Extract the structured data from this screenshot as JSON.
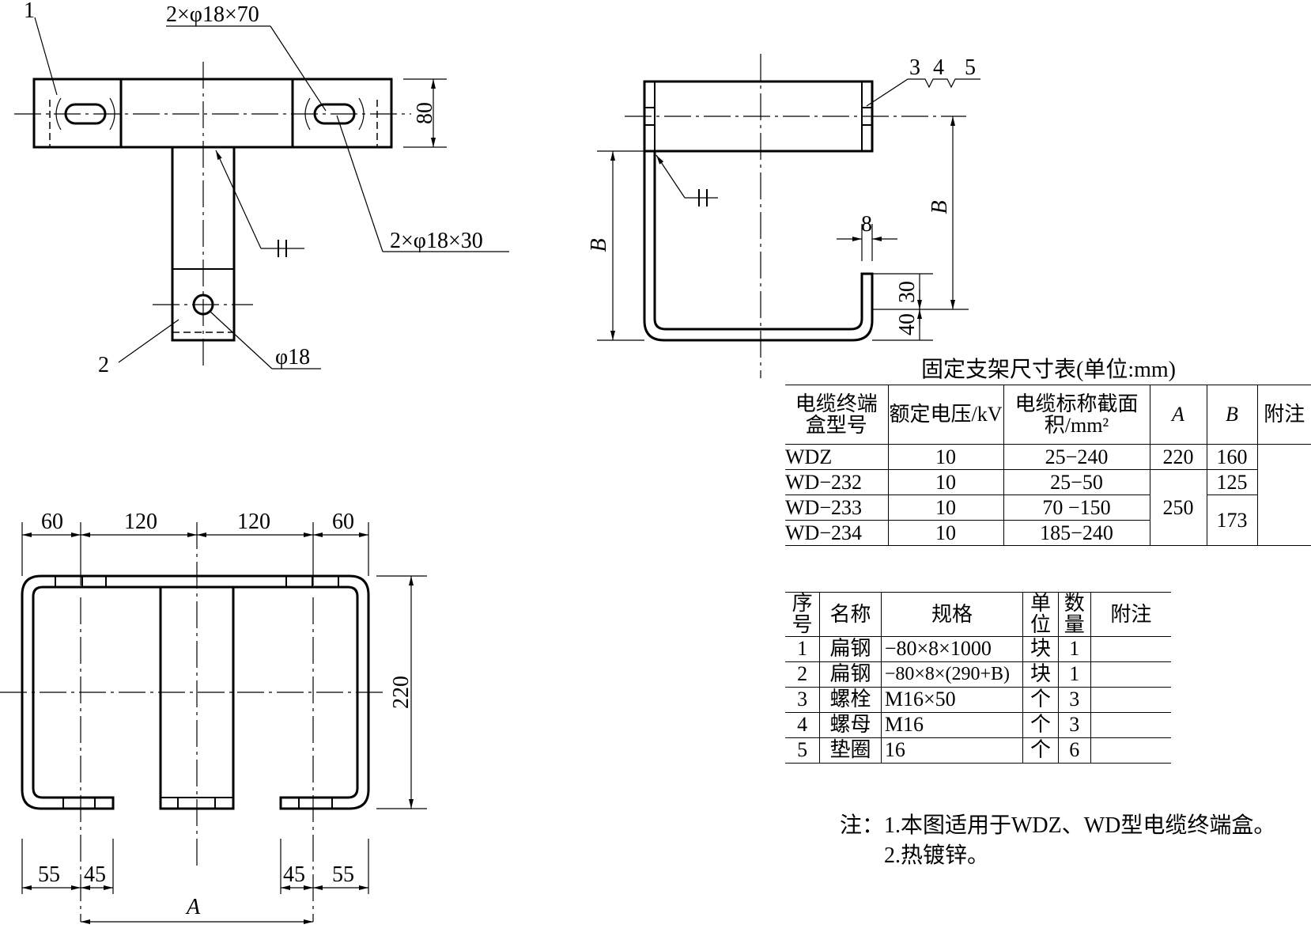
{
  "views": {
    "top": {
      "callout_1": "1",
      "callout_2": "2",
      "hole_slot_long": "2×φ18×70",
      "hole_slot_short": "2×φ18×30",
      "hole_round": "φ18",
      "dim_height": "80"
    },
    "side": {
      "callout_parts": [
        "3",
        "4",
        "5"
      ],
      "dim_B_left": "B",
      "dim_B_right": "B",
      "dim_gap": "8",
      "dim_30": "30",
      "dim_40": "40"
    },
    "plan": {
      "dims_top": [
        "60",
        "120",
        "120",
        "60"
      ],
      "dim_height": "220",
      "dims_bottom": [
        "55",
        "45",
        "45",
        "55"
      ],
      "dim_A": "A"
    }
  },
  "size_table": {
    "title": "固定支架尺寸表(单位:mm)",
    "headers": [
      "电缆终端盒型号",
      "额定电压/kV",
      "电缆标称截面积/mm²",
      "A",
      "B",
      "附注"
    ],
    "rows": [
      {
        "model": "WDZ",
        "voltage": "10",
        "section": "25−240",
        "A": "220",
        "B": "160"
      },
      {
        "model": "WD−232",
        "voltage": "10",
        "section": "25−50",
        "A": "250",
        "B": "125"
      },
      {
        "model": "WD−233",
        "voltage": "10",
        "section": "70 −150",
        "A": "250",
        "B": "173"
      },
      {
        "model": "WD−234",
        "voltage": "10",
        "section": "185−240",
        "A": "250",
        "B": "173"
      }
    ]
  },
  "parts_table": {
    "headers": [
      "序号",
      "名称",
      "规格",
      "单位",
      "数量",
      "附注"
    ],
    "rows": [
      {
        "no": "1",
        "name": "扁钢",
        "spec": "−80×8×1000",
        "unit": "块",
        "qty": "1",
        "note": ""
      },
      {
        "no": "2",
        "name": "扁钢",
        "spec": "−80×8×(290+B)",
        "unit": "块",
        "qty": "1",
        "note": ""
      },
      {
        "no": "3",
        "name": "螺栓",
        "spec": "M16×50",
        "unit": "个",
        "qty": "3",
        "note": ""
      },
      {
        "no": "4",
        "name": "螺母",
        "spec": "M16",
        "unit": "个",
        "qty": "3",
        "note": ""
      },
      {
        "no": "5",
        "name": "垫圈",
        "spec": "16",
        "unit": "个",
        "qty": "6",
        "note": ""
      }
    ]
  },
  "notes": {
    "line1": "注：1.本图适用于WDZ、WD型电缆终端盒。",
    "line2": "2.热镀锌。"
  }
}
